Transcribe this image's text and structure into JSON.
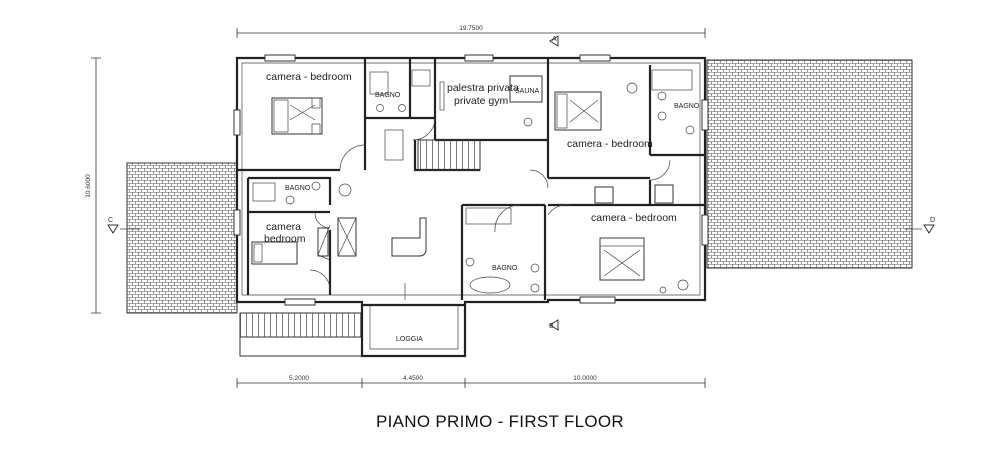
{
  "title": "PIANO PRIMO - FIRST FLOOR",
  "rooms": {
    "bedroom_nw": "camera - bedroom",
    "bagno_n": "BAGNO",
    "gym_line1": "palestra privata",
    "gym_line2": "private gym",
    "sauna": "SAUNA",
    "bedroom_ne": "camera - bedroom",
    "bagno_ne": "BAGNO",
    "bagno_w": "BAGNO",
    "bedroom_w_line1": "camera",
    "bedroom_w_line2": "bedroom",
    "bedroom_se": "camera - bedroom",
    "bagno_s": "BAGNO",
    "loggia": "LOGGIA"
  },
  "dimensions": {
    "overall_width": "19.7500",
    "height": "10.6000",
    "segment_1": "5.2000",
    "segment_2": "4.4500",
    "segment_3": "10.0000"
  },
  "section_marks": {
    "top": "A",
    "bottom": "B",
    "left": "C",
    "right": "D"
  }
}
